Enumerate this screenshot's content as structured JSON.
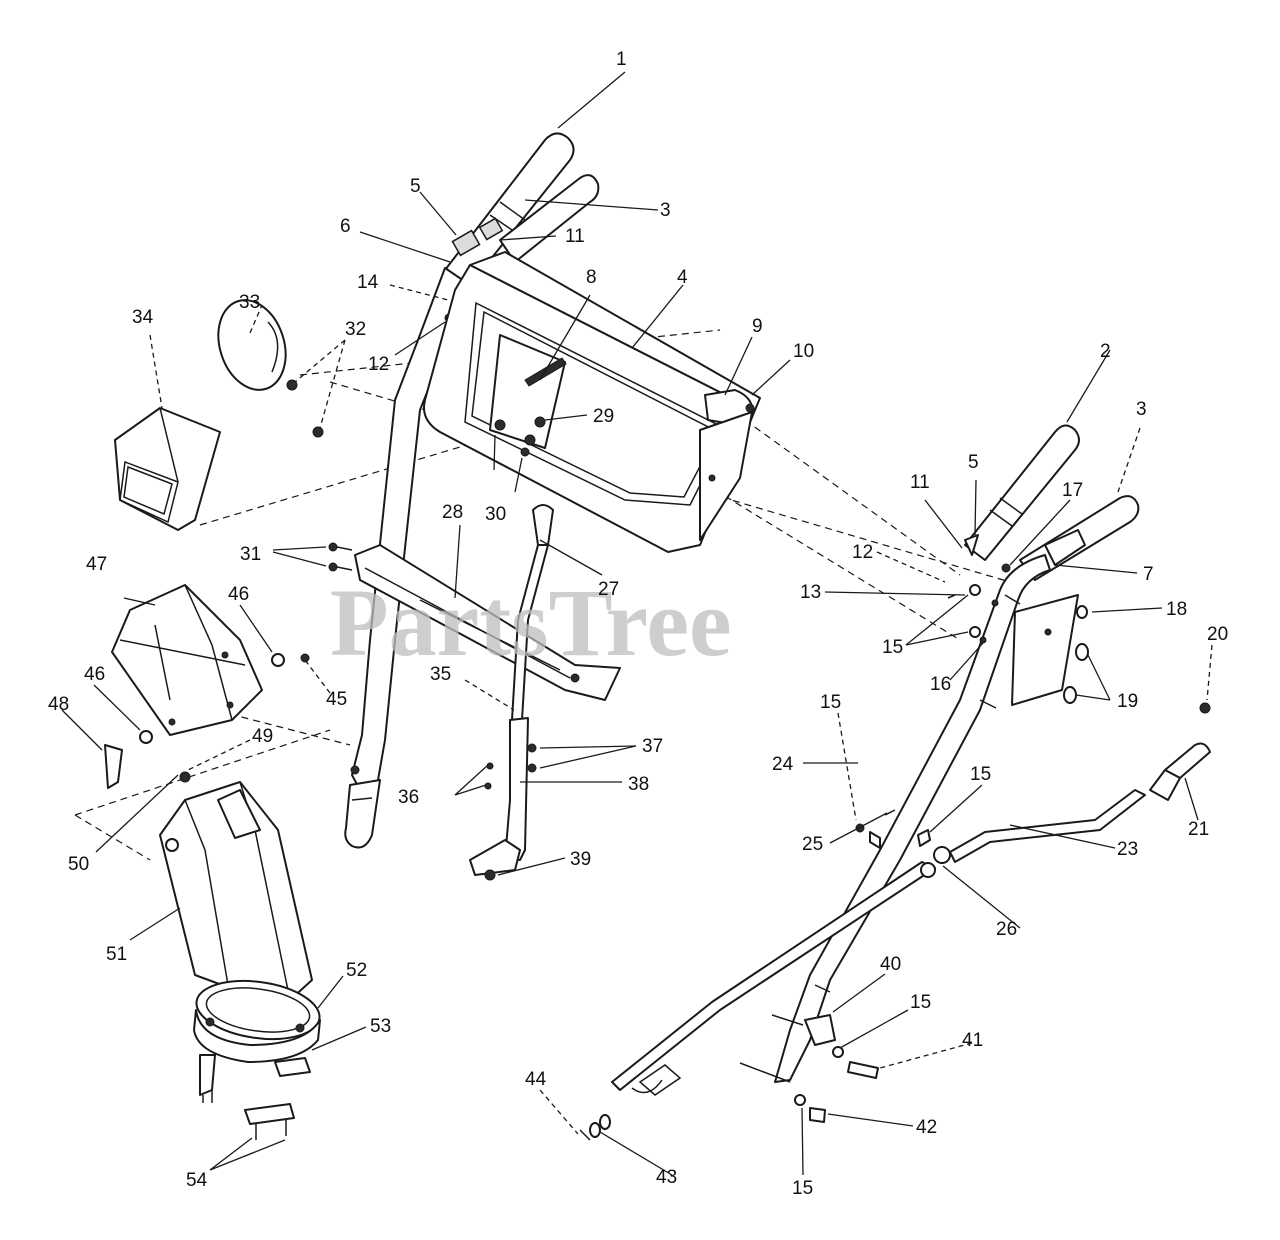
{
  "watermark": "PartsTree",
  "colors": {
    "line": "#1a1a1a",
    "watermark": "#bdbdbd",
    "background": "#ffffff"
  },
  "callouts": {
    "c1": "1",
    "c2": "2",
    "c3a": "3",
    "c3b": "3",
    "c4": "4",
    "c5a": "5",
    "c5b": "5",
    "c6": "6",
    "c7": "7",
    "c8": "8",
    "c9": "9",
    "c10": "10",
    "c11a": "11",
    "c11b": "11",
    "c12a": "12",
    "c12b": "12",
    "c13": "13",
    "c14": "14",
    "c15a": "15",
    "c15b": "15",
    "c15c": "15",
    "c15d": "15",
    "c15e": "15",
    "c16": "16",
    "c17": "17",
    "c18": "18",
    "c19": "19",
    "c20": "20",
    "c21": "21",
    "c23": "23",
    "c24": "24",
    "c25": "25",
    "c26": "26",
    "c27": "27",
    "c28": "28",
    "c29": "29",
    "c30": "30",
    "c31": "31",
    "c32": "32",
    "c33": "33",
    "c34": "34",
    "c35": "35",
    "c36": "36",
    "c37": "37",
    "c38": "38",
    "c39": "39",
    "c40": "40",
    "c41": "41",
    "c42": "42",
    "c43": "43",
    "c44": "44",
    "c45": "45",
    "c46a": "46",
    "c46b": "46",
    "c47": "47",
    "c48": "48",
    "c49": "49",
    "c50": "50",
    "c51": "51",
    "c52": "52",
    "c53": "53",
    "c54": "54"
  }
}
